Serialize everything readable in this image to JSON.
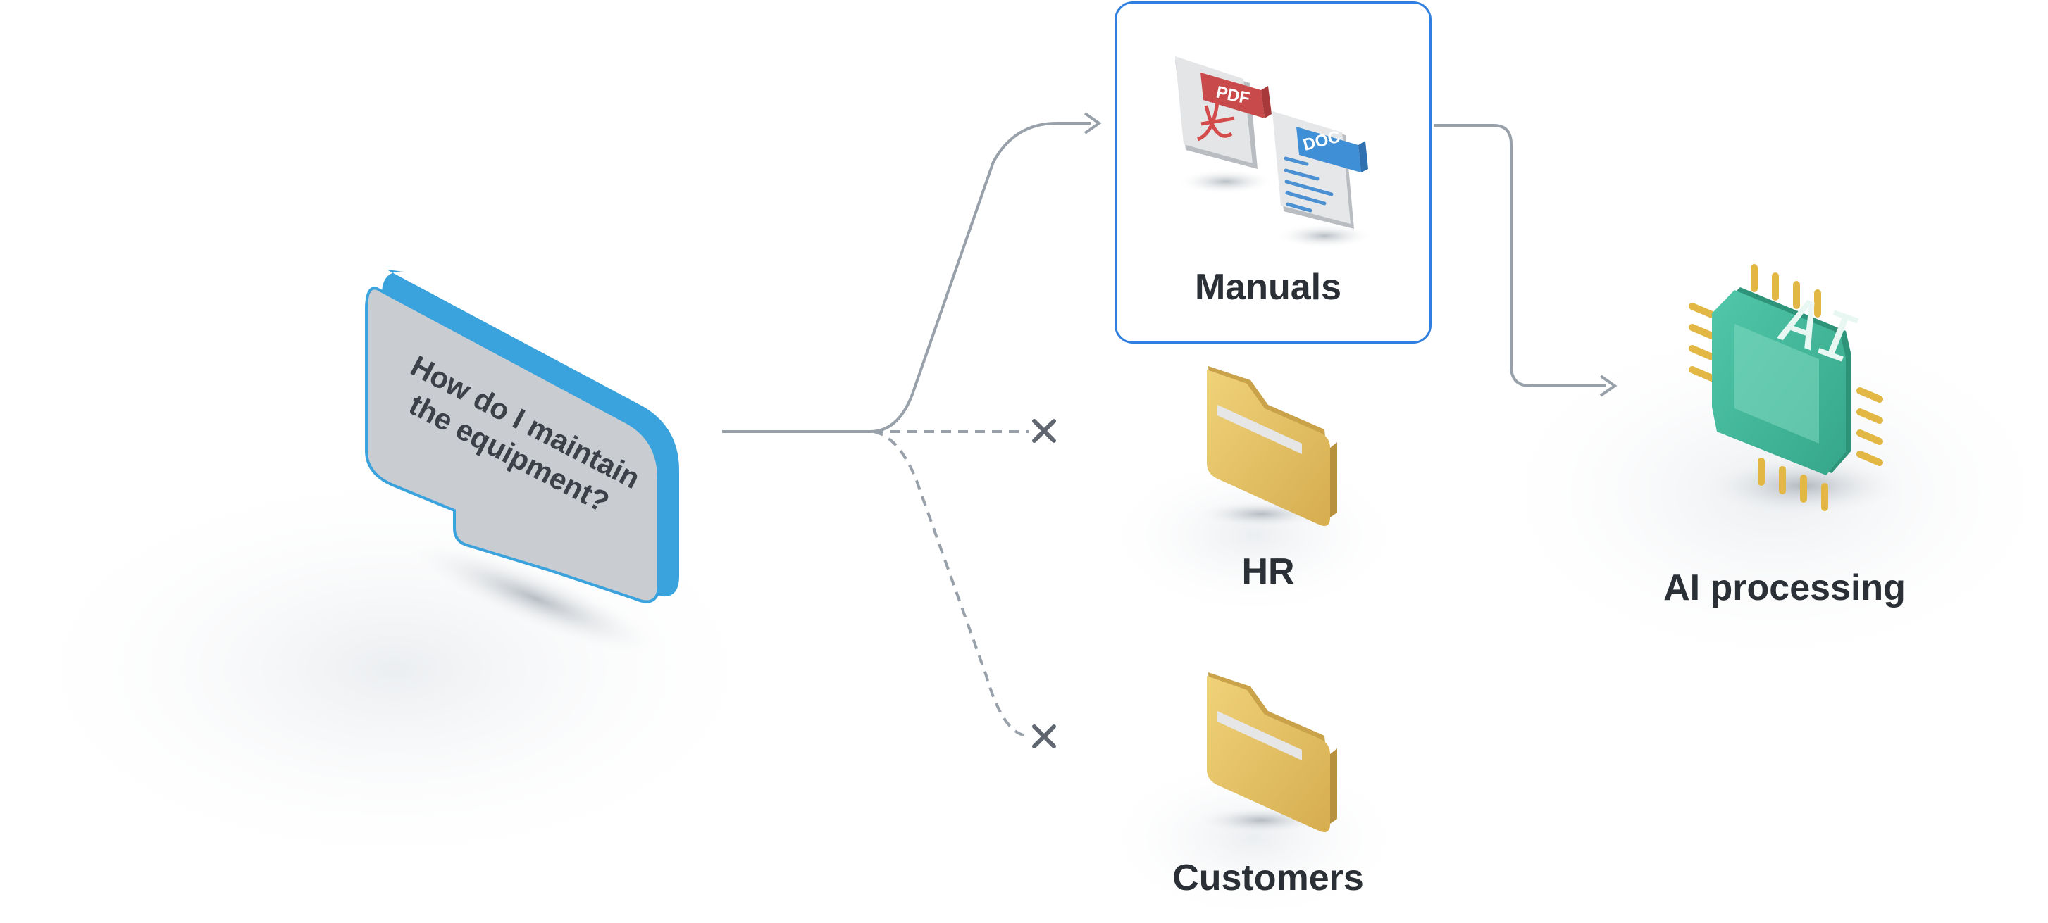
{
  "question": {
    "line1": "How do I maintain",
    "line2": "the equipment?"
  },
  "sources": [
    {
      "label": "Manuals",
      "selected": true,
      "connection": "solid"
    },
    {
      "label": "HR",
      "selected": false,
      "connection": "rejected"
    },
    {
      "label": "Customers",
      "selected": false,
      "connection": "rejected"
    }
  ],
  "documents": {
    "pdf_tag": "PDF",
    "doc_tag": "DOC"
  },
  "processor": {
    "chip_text": "AI",
    "label": "AI processing"
  },
  "colors": {
    "selection_border": "#2f7fe0",
    "bubble_accent": "#3aa2dc",
    "bubble_face": "#c9ccd1",
    "folder": "#e3c166",
    "chip": "#3fb79c",
    "chip_pins": "#e3b743",
    "connector": "#98a0aa",
    "text": "#2b2f36"
  }
}
